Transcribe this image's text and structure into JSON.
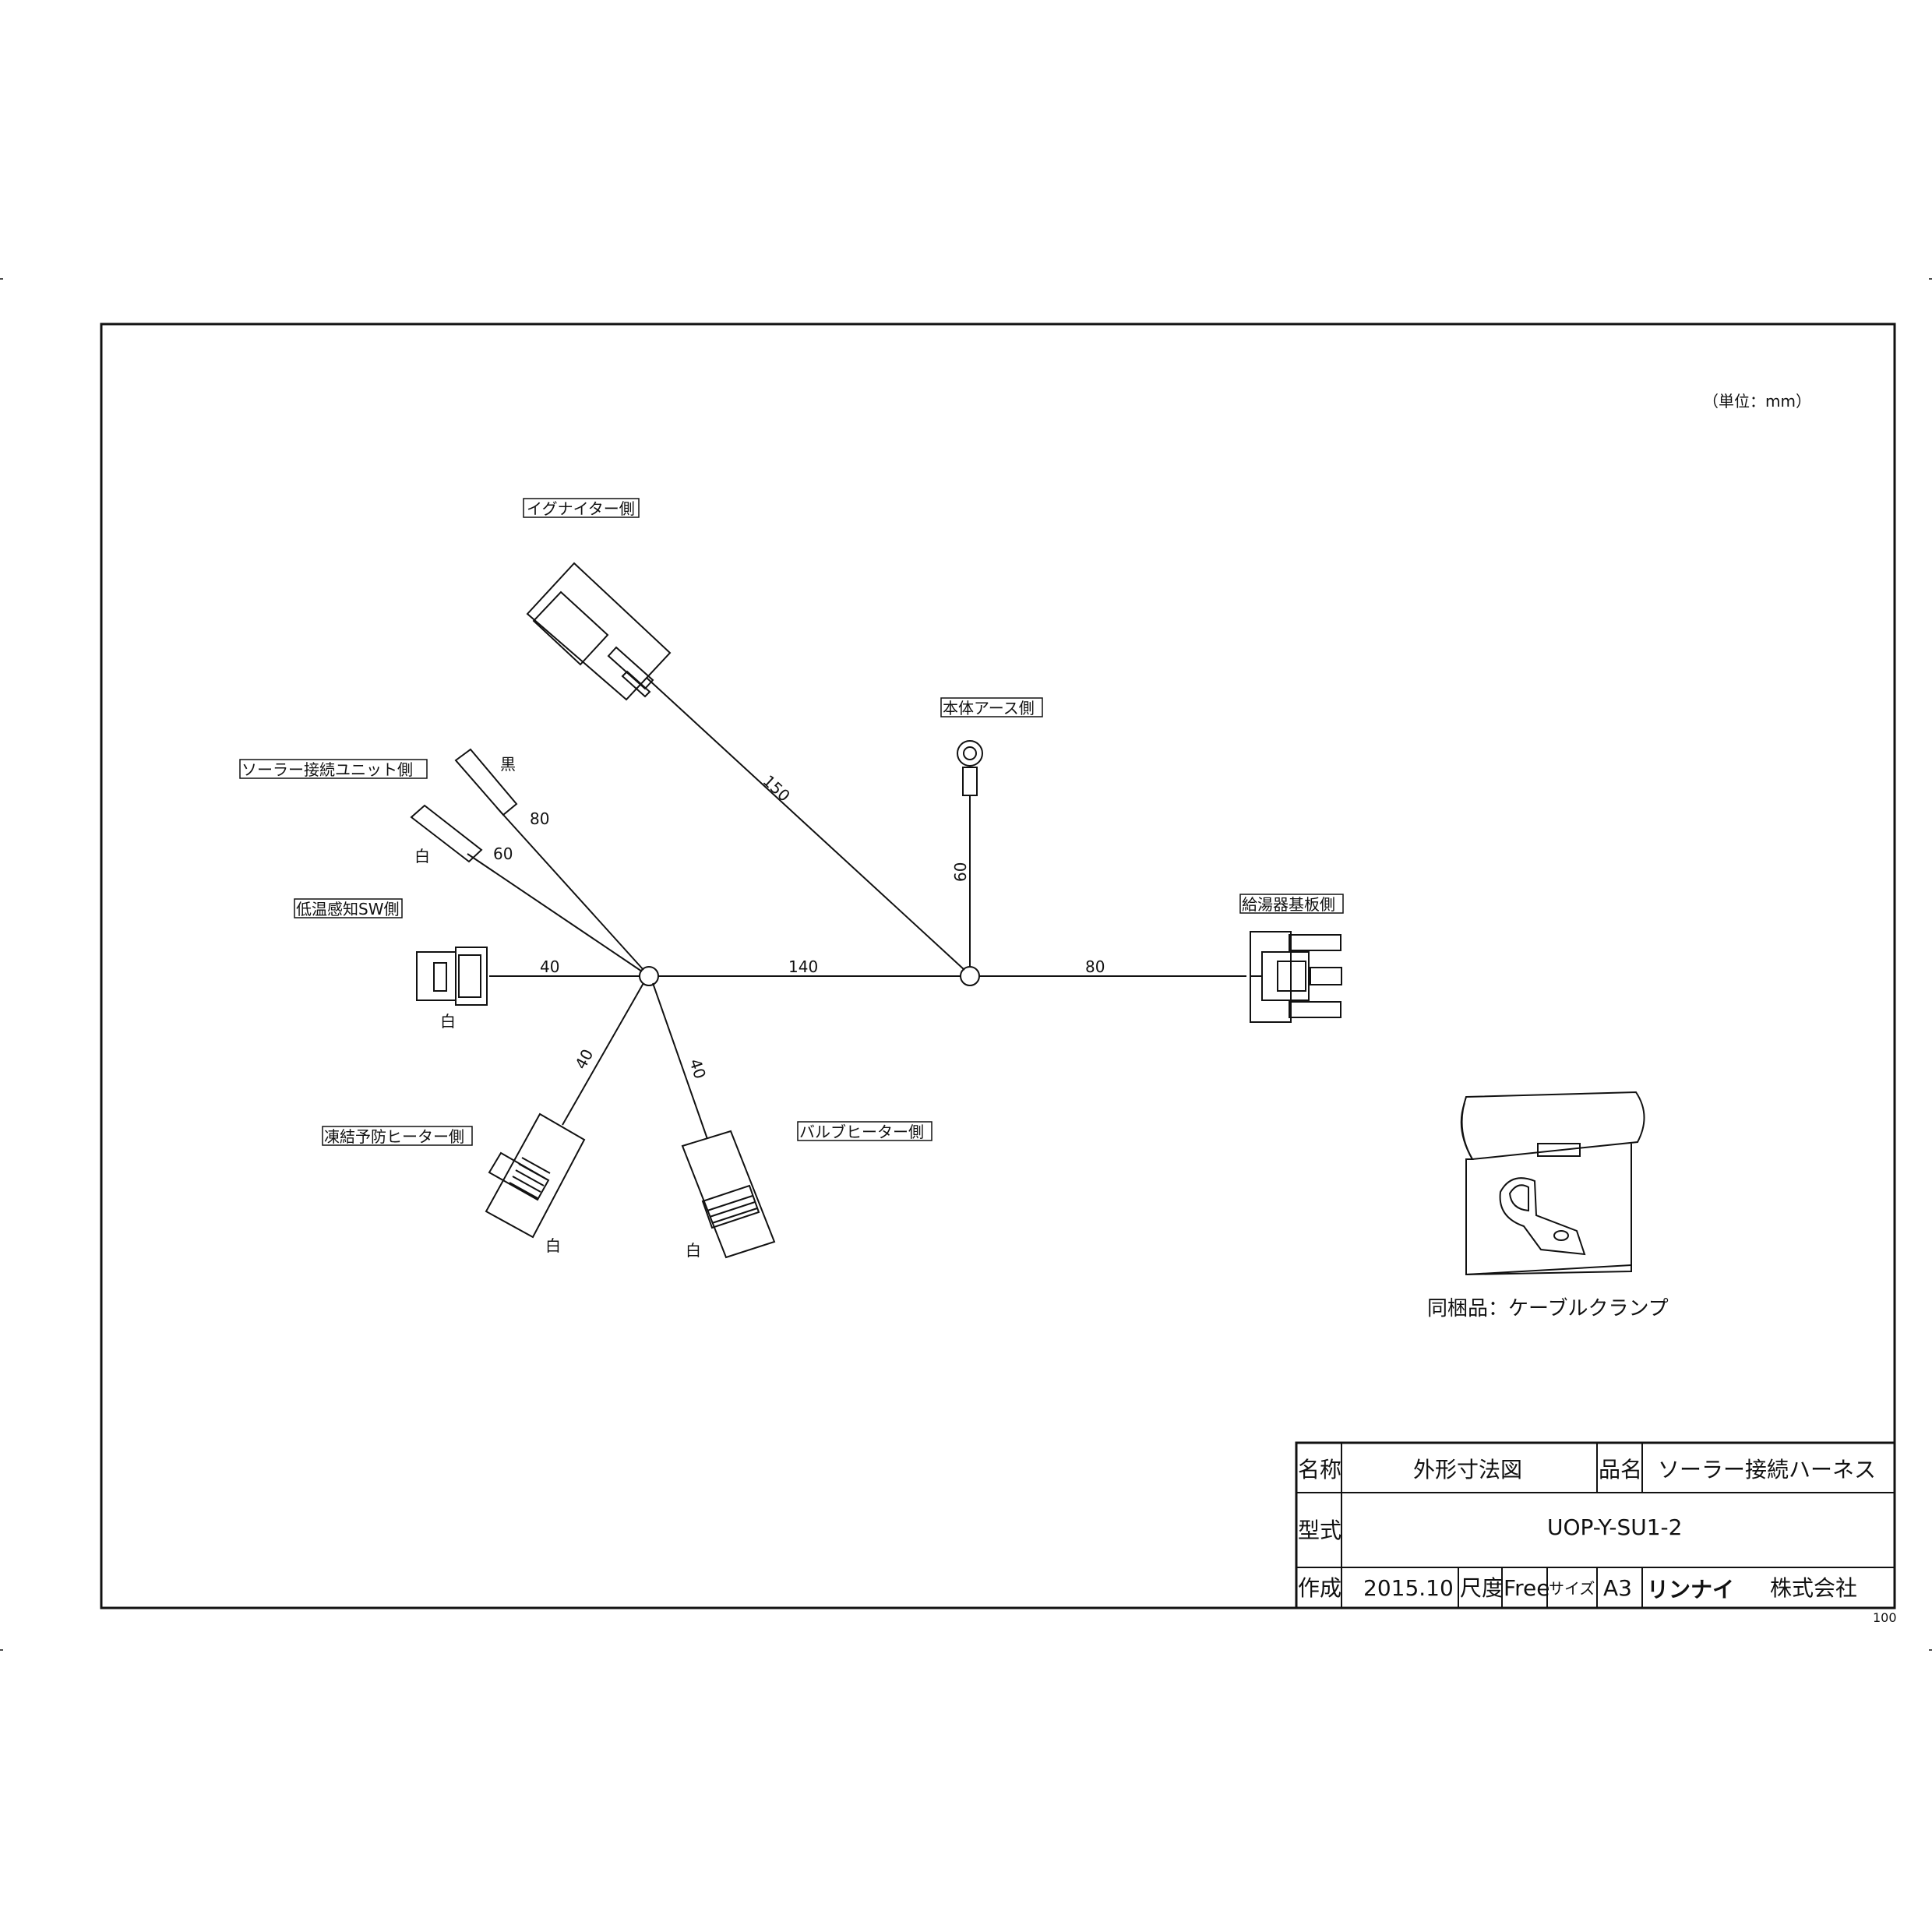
{
  "unit_note": "（単位：mm）",
  "labels": {
    "igniter": "イグナイター側",
    "body_earth": "本体アース側",
    "solar_unit": "ソーラー接続ユニット側",
    "low_temp_sw": "低温感知SW側",
    "heater_board": "給湯器基板側",
    "freeze_heater": "凍結予防ヒーター側",
    "valve_heater": "バルブヒーター側"
  },
  "colors_text": {
    "black": "黒",
    "white1": "白",
    "white2": "白",
    "white3": "白",
    "white4": "白"
  },
  "dimensions": {
    "d150": "150",
    "d60_earth": "60",
    "d80_solar": "80",
    "d60_solar": "60",
    "d40_left": "40",
    "d140": "140",
    "d80_right": "80",
    "d40_freeze": "40",
    "d40_valve": "40"
  },
  "accessory_caption": "同梱品：ケーブルクランプ",
  "title_block": {
    "name_label": "名称",
    "name_value": "外形寸法図",
    "product_label": "品名",
    "product_value": "ソーラー接続ハーネス",
    "model_label": "型式",
    "model_value": "UOP-Y-SU1-2",
    "created_label": "作成",
    "created_value": "2015.10",
    "scale_label": "尺度",
    "scale_value": "Free",
    "size_label": "サイズ",
    "size_value": "A3",
    "company_brand": "リンナイ",
    "company_suffix": "株式会社"
  },
  "sheet_number": "100"
}
